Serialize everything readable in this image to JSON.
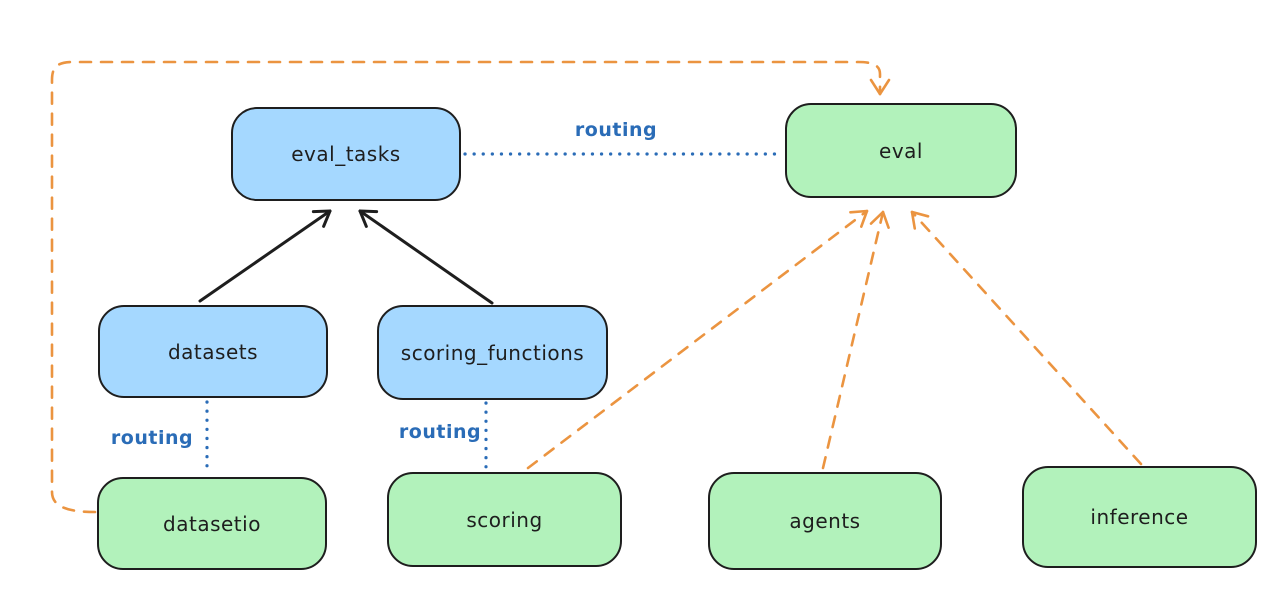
{
  "diagram": {
    "colors": {
      "background": "#ffffff",
      "blue_node_fill": "#a5d8ff",
      "green_node_fill": "#b2f2bb",
      "node_border": "#1e1e1e",
      "solid_arrow": "#1e1e1e",
      "routing_line_blue": "#2a6cb7",
      "provider_arrow_orange": "#eb9440"
    },
    "nodes": [
      {
        "id": "eval_tasks",
        "label": "eval_tasks",
        "fill": "blue"
      },
      {
        "id": "eval",
        "label": "eval",
        "fill": "green"
      },
      {
        "id": "datasets",
        "label": "datasets",
        "fill": "blue"
      },
      {
        "id": "scoring_functions",
        "label": "scoring_functions",
        "fill": "blue"
      },
      {
        "id": "datasetio",
        "label": "datasetio",
        "fill": "green"
      },
      {
        "id": "scoring",
        "label": "scoring",
        "fill": "green"
      },
      {
        "id": "agents",
        "label": "agents",
        "fill": "green"
      },
      {
        "id": "inference",
        "label": "inference",
        "fill": "green"
      }
    ],
    "edge_labels": {
      "routing": "routing"
    },
    "edges": [
      {
        "from": "datasets",
        "to": "eval_tasks",
        "style": "solid",
        "color": "black"
      },
      {
        "from": "scoring_functions",
        "to": "eval_tasks",
        "style": "solid",
        "color": "black"
      },
      {
        "from": "eval_tasks",
        "to": "eval",
        "style": "dotted",
        "color": "blue",
        "label": "routing"
      },
      {
        "from": "datasets",
        "to": "datasetio",
        "style": "dotted",
        "color": "blue",
        "label": "routing"
      },
      {
        "from": "scoring_functions",
        "to": "scoring",
        "style": "dotted",
        "color": "blue",
        "label": "routing"
      },
      {
        "from": "datasetio",
        "to": "eval",
        "style": "dashed",
        "color": "orange"
      },
      {
        "from": "scoring",
        "to": "eval",
        "style": "dashed",
        "color": "orange"
      },
      {
        "from": "agents",
        "to": "eval",
        "style": "dashed",
        "color": "orange"
      },
      {
        "from": "inference",
        "to": "eval",
        "style": "dashed",
        "color": "orange"
      }
    ]
  }
}
